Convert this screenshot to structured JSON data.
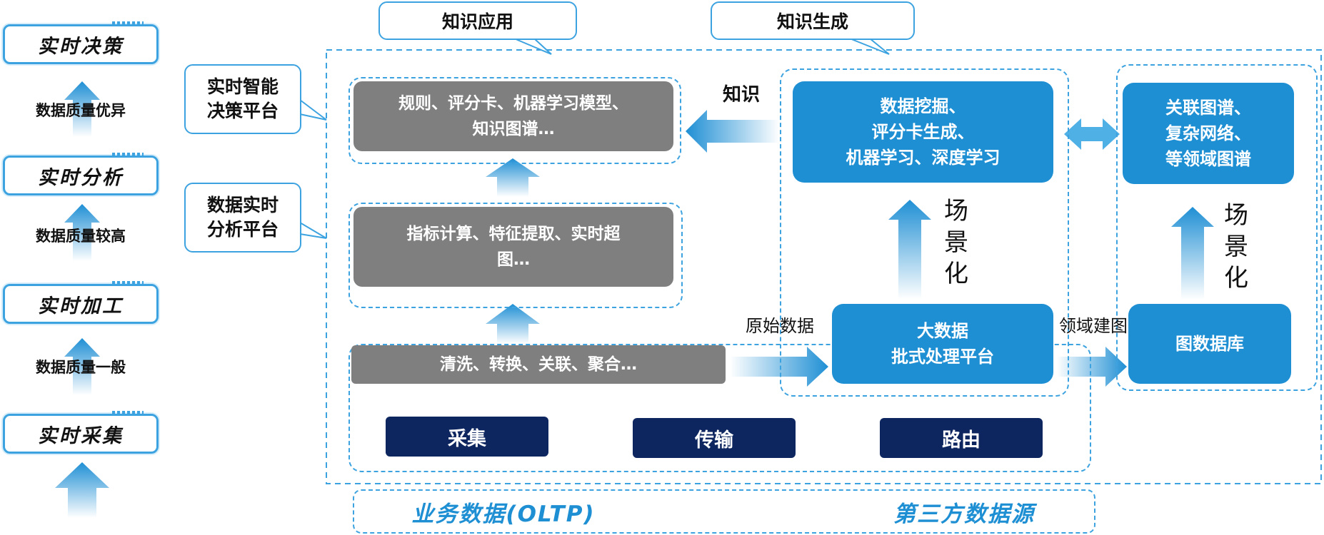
{
  "stages": [
    {
      "label": "实时决策"
    },
    {
      "label": "实时分析"
    },
    {
      "label": "实时加工"
    },
    {
      "label": "实时采集"
    }
  ],
  "quality": [
    "数据质量优异",
    "数据质量较高",
    "数据质量一般"
  ],
  "tabs": {
    "application": "知识应用",
    "generation": "知识生成"
  },
  "platforms": {
    "decision": "实时智能\n决策平台",
    "analysis": "数据实时\n分析平台"
  },
  "gray_boxes": {
    "rules": "规则、评分卡、机器学习模型、\n知识图谱…",
    "metrics": "指标计算、特征提取、实时超\n图…",
    "cleaning": "清洗、转换、关联、聚合…"
  },
  "blue_boxes": {
    "mining": "数据挖掘、\n评分卡生成、\n机器学习、深度学习",
    "graph": "关联图谱、\n复杂网络、\n等领域图谱",
    "batch": "大数据\n批式处理平台",
    "graphdb": "图数据库"
  },
  "navy_boxes": [
    "采集",
    "传输",
    "路由"
  ],
  "labels": {
    "knowledge": "知识",
    "raw_data": "原始数据",
    "domain_graph": "领域建图",
    "scene1": "场\n景\n化",
    "scene2": "场\n景\n化"
  },
  "sources": {
    "business": "业务数据(OLTP)",
    "third_party": "第三方数据源"
  },
  "colors": {
    "accent": "#3da3e0",
    "blue_box": "#1f8fd4",
    "gray_box": "#7f7f7f",
    "navy": "#0d2660"
  }
}
